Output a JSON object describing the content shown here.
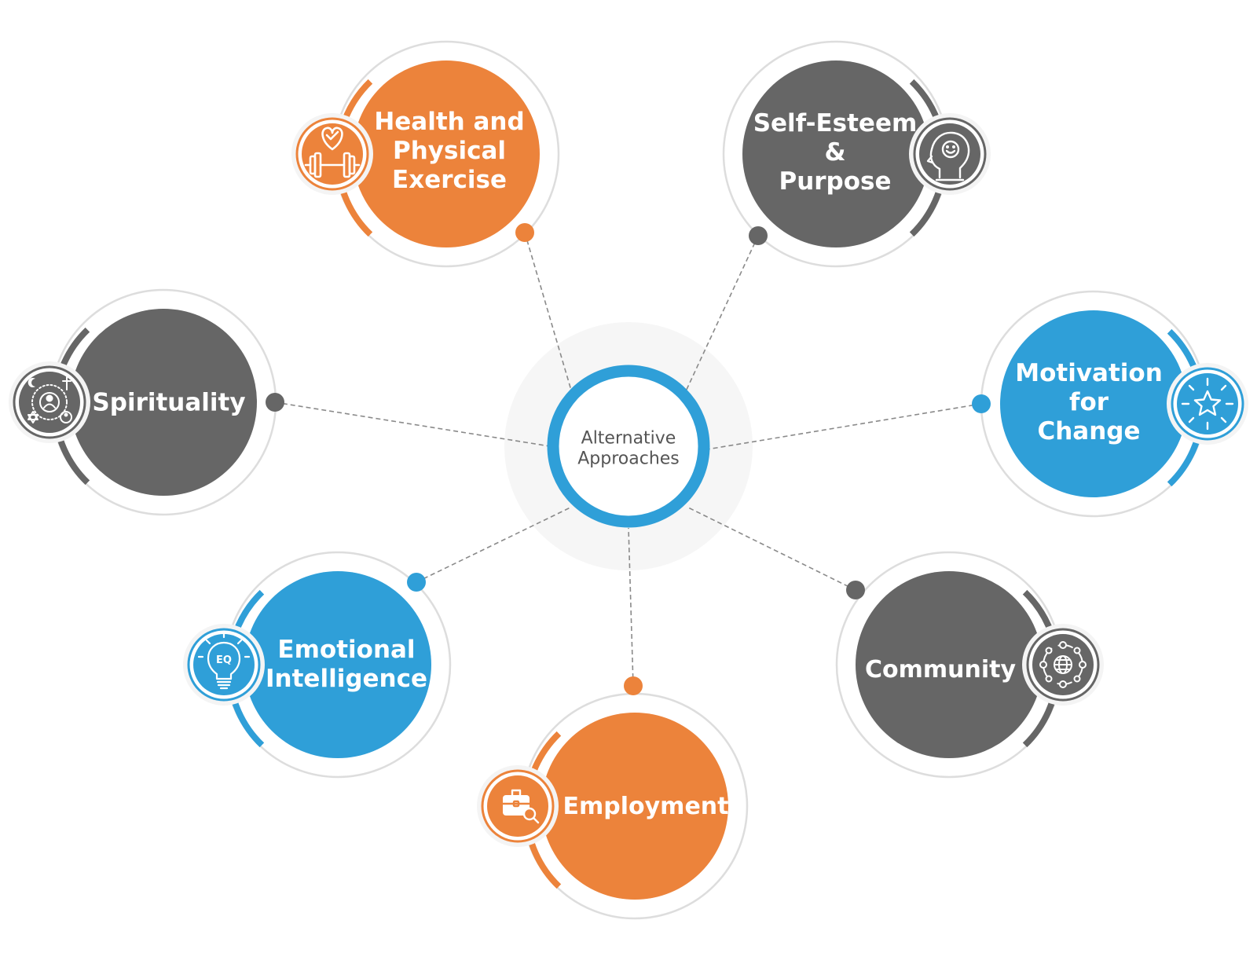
{
  "center": {
    "line1": "Alternative",
    "line2": "Approaches"
  },
  "colors": {
    "orange": "#EC833B",
    "gray": "#666666",
    "blue": "#2F9FD8",
    "ring": "#DDDDDD"
  },
  "nodes": [
    {
      "key": "health",
      "lines": [
        "Health and",
        "Physical",
        "Exercise"
      ],
      "color": "orange",
      "icon": "dumbbell-heart-icon"
    },
    {
      "key": "self-esteem",
      "lines": [
        "Self-Esteem",
        "&",
        "Purpose"
      ],
      "color": "gray",
      "icon": "head-smile-icon"
    },
    {
      "key": "spirituality",
      "lines": [
        "Spirituality"
      ],
      "color": "gray",
      "icon": "religious-symbols-icon"
    },
    {
      "key": "motivation",
      "lines": [
        "Motivation",
        "for",
        "Change"
      ],
      "color": "blue",
      "icon": "star-burst-icon"
    },
    {
      "key": "emotional",
      "lines": [
        "Emotional",
        "Intelligence"
      ],
      "color": "blue",
      "icon": "eq-lightbulb-icon"
    },
    {
      "key": "community",
      "lines": [
        "Community"
      ],
      "color": "gray",
      "icon": "globe-network-icon"
    },
    {
      "key": "employment",
      "lines": [
        "Employment"
      ],
      "color": "orange",
      "icon": "briefcase-search-icon"
    }
  ]
}
